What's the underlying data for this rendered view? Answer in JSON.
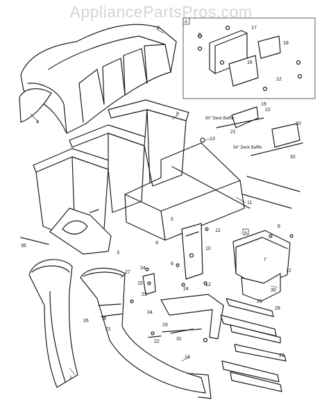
{
  "watermark": "AppliancePartsPros.com",
  "inset_tags": [
    "A",
    "A"
  ],
  "captions": {
    "deck50": "50\" Deck Baffle",
    "deck54": "54\" Deck Baffle"
  },
  "callouts": [
    {
      "id": "c1",
      "text": "1"
    },
    {
      "id": "c2",
      "text": "2"
    },
    {
      "id": "c3",
      "text": "3"
    },
    {
      "id": "c4",
      "text": "4"
    },
    {
      "id": "c5a",
      "text": "5"
    },
    {
      "id": "c5b",
      "text": "5"
    },
    {
      "id": "c6a",
      "text": "6"
    },
    {
      "id": "c6b",
      "text": "6"
    },
    {
      "id": "c7",
      "text": "7"
    },
    {
      "id": "c8",
      "text": "8"
    },
    {
      "id": "c9",
      "text": "9"
    },
    {
      "id": "c10",
      "text": "10"
    },
    {
      "id": "c11",
      "text": "11"
    },
    {
      "id": "c12a",
      "text": "12"
    },
    {
      "id": "c12b",
      "text": "12"
    },
    {
      "id": "c12c",
      "text": "12"
    },
    {
      "id": "c12d",
      "text": "12"
    },
    {
      "id": "c13",
      "text": "13"
    },
    {
      "id": "c14",
      "text": "14"
    },
    {
      "id": "c15",
      "text": "15"
    },
    {
      "id": "c16",
      "text": "16"
    },
    {
      "id": "c17",
      "text": "17"
    },
    {
      "id": "c18",
      "text": "18"
    },
    {
      "id": "c19",
      "text": "19"
    },
    {
      "id": "c20",
      "text": "20"
    },
    {
      "id": "c21a",
      "text": "21"
    },
    {
      "id": "c21b",
      "text": "21"
    },
    {
      "id": "c22a",
      "text": "22"
    },
    {
      "id": "c22b",
      "text": "22"
    },
    {
      "id": "c23a",
      "text": "23"
    },
    {
      "id": "c23b",
      "text": "23"
    },
    {
      "id": "c24a",
      "text": "24"
    },
    {
      "id": "c24b",
      "text": "24"
    },
    {
      "id": "c25",
      "text": "25"
    },
    {
      "id": "c26",
      "text": "26"
    },
    {
      "id": "c27",
      "text": "27"
    },
    {
      "id": "c28",
      "text": "28"
    },
    {
      "id": "c29",
      "text": "29"
    },
    {
      "id": "c30",
      "text": "30"
    },
    {
      "id": "c31",
      "text": "31"
    },
    {
      "id": "c32",
      "text": "32"
    },
    {
      "id": "c34",
      "text": "34"
    },
    {
      "id": "c35",
      "text": "35"
    }
  ]
}
